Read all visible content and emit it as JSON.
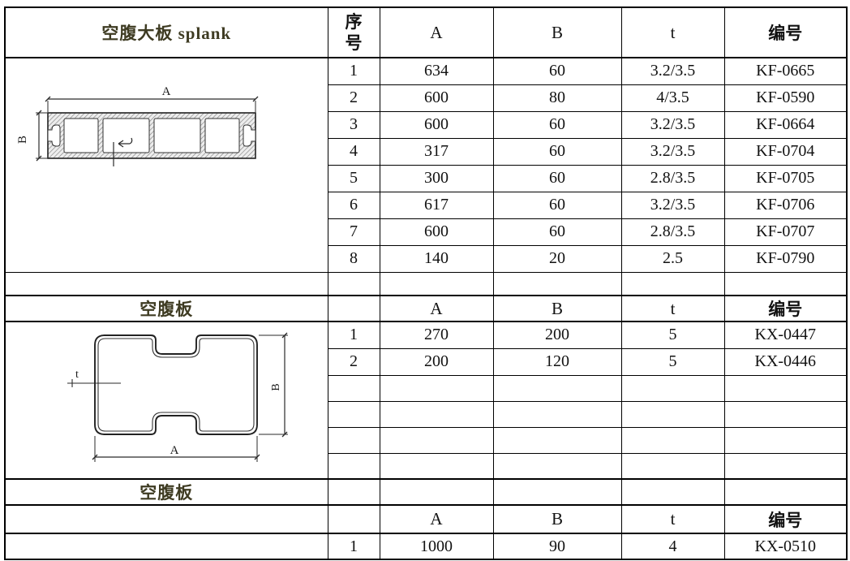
{
  "colors": {
    "border": "#000000",
    "section_title": "#3e3b22",
    "text": "#121212",
    "diagram_line": "#2a2a2a"
  },
  "columns": {
    "index": "序号",
    "a": "A",
    "b": "B",
    "t": "t",
    "code": "编号"
  },
  "section1": {
    "title": "空腹大板 splank",
    "diagram_labels": {
      "a": "A",
      "b": "B"
    },
    "rows": [
      {
        "no": "1",
        "a": "634",
        "b": "60",
        "t": "3.2/3.5",
        "code": "KF-0665"
      },
      {
        "no": "2",
        "a": "600",
        "b": "80",
        "t": "4/3.5",
        "code": "KF-0590"
      },
      {
        "no": "3",
        "a": "600",
        "b": "60",
        "t": "3.2/3.5",
        "code": "KF-0664"
      },
      {
        "no": "4",
        "a": "317",
        "b": "60",
        "t": "3.2/3.5",
        "code": "KF-0704"
      },
      {
        "no": "5",
        "a": "300",
        "b": "60",
        "t": "2.8/3.5",
        "code": "KF-0705"
      },
      {
        "no": "6",
        "a": "617",
        "b": "60",
        "t": "3.2/3.5",
        "code": "KF-0706"
      },
      {
        "no": "7",
        "a": "600",
        "b": "60",
        "t": "2.8/3.5",
        "code": "KF-0707"
      },
      {
        "no": "8",
        "a": "140",
        "b": "20",
        "t": "2.5",
        "code": "KF-0790"
      }
    ]
  },
  "section2": {
    "title": "空腹板",
    "header": {
      "a": "A",
      "b": "B",
      "t": "t",
      "code": "编号"
    },
    "diagram_labels": {
      "a": "A",
      "b": "B",
      "t": "t"
    },
    "rows": [
      {
        "no": "1",
        "a": "270",
        "b": "200",
        "t": "5",
        "code": "KX-0447"
      },
      {
        "no": "2",
        "a": "200",
        "b": "120",
        "t": "5",
        "code": "KX-0446"
      }
    ]
  },
  "section3": {
    "title": "空腹板",
    "header": {
      "a": "A",
      "b": "B",
      "t": "t",
      "code": "编号"
    },
    "rows": [
      {
        "no": "1",
        "a": "1000",
        "b": "90",
        "t": "4",
        "code": "KX-0510"
      }
    ]
  }
}
